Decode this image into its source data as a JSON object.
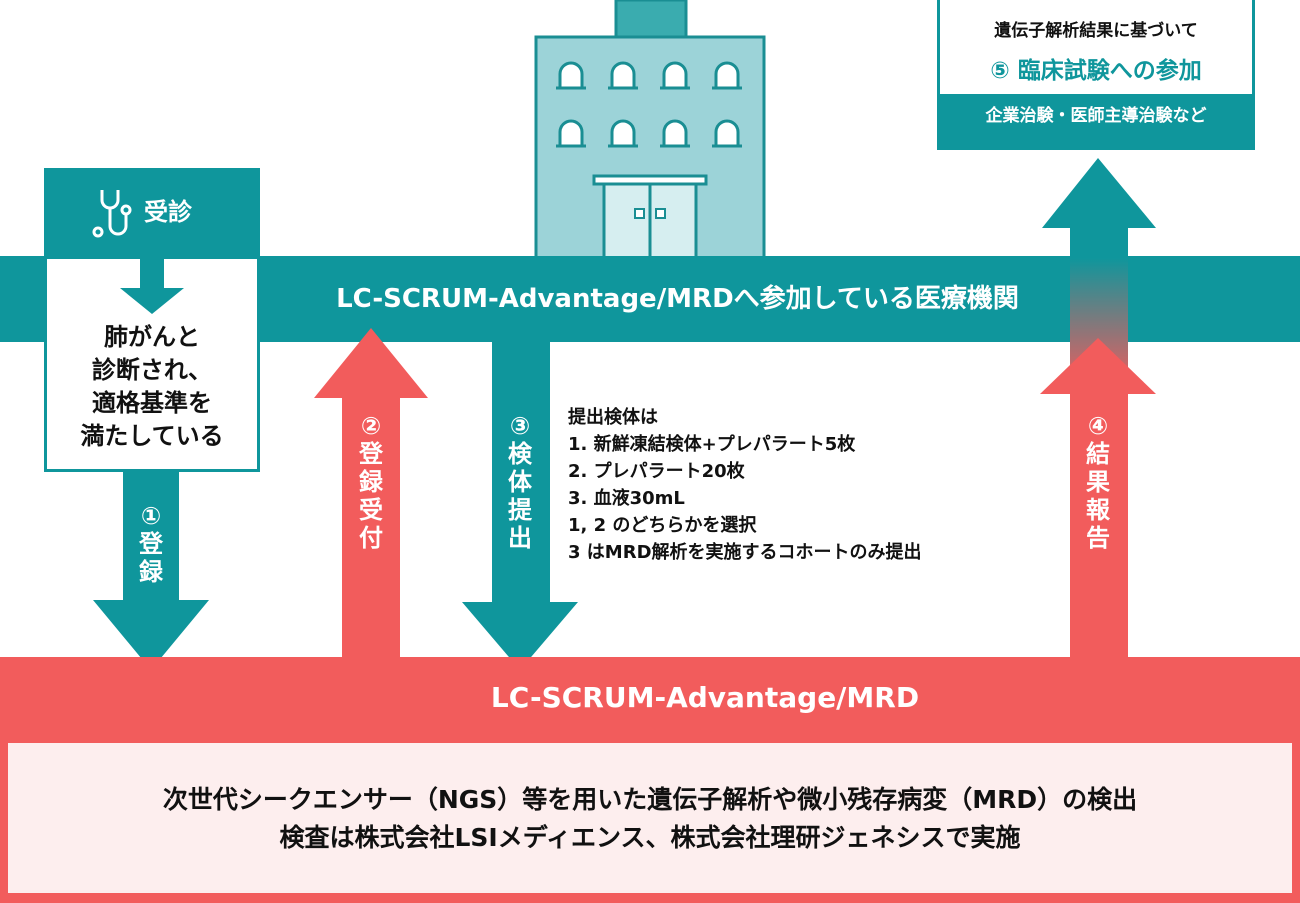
{
  "hospital": {
    "label": "LC-SCRUM-Advantage/MRDへ参加している医療機関"
  },
  "visit": {
    "label": "受診",
    "condition_lines": [
      "肺がんと",
      "診断され、",
      "適格基準を",
      "満たしている"
    ]
  },
  "trial": {
    "top": "遺伝子解析結果に基づいて",
    "title": "⑤ 臨床試験への参加",
    "sub": "企業治験・医師主導治験など"
  },
  "arrows": {
    "register": {
      "num": "①",
      "text": [
        "登",
        "録"
      ]
    },
    "accept": {
      "num": "②",
      "text": [
        "登",
        "録",
        "受",
        "付"
      ]
    },
    "submit": {
      "num": "③",
      "text": [
        "検",
        "体",
        "提",
        "出"
      ]
    },
    "report": {
      "num": "④",
      "text": [
        "結",
        "果",
        "報",
        "告"
      ]
    }
  },
  "specimen": {
    "lines": [
      "提出検体は",
      "1. 新鮮凍結検体+プレパラート5枚",
      "2. プレパラート20枚",
      "3. 血液30mL",
      "1, 2 のどちらかを選択",
      "3 はMRD解析を実施するコホートのみ提出"
    ]
  },
  "study": {
    "label": "LC-SCRUM-Advantage/MRD",
    "desc_lines": [
      "次世代シークエンサー（NGS）等を用いた遺伝子解析や微小残存病変（MRD）の検出",
      "検査は株式会社LSIメディエンス、株式会社理研ジェネシスで実施"
    ]
  },
  "colors": {
    "teal": "#0f969c",
    "red": "#f25c5c",
    "building": "#9cd3d8",
    "desc_bg": "#fdeeee"
  }
}
